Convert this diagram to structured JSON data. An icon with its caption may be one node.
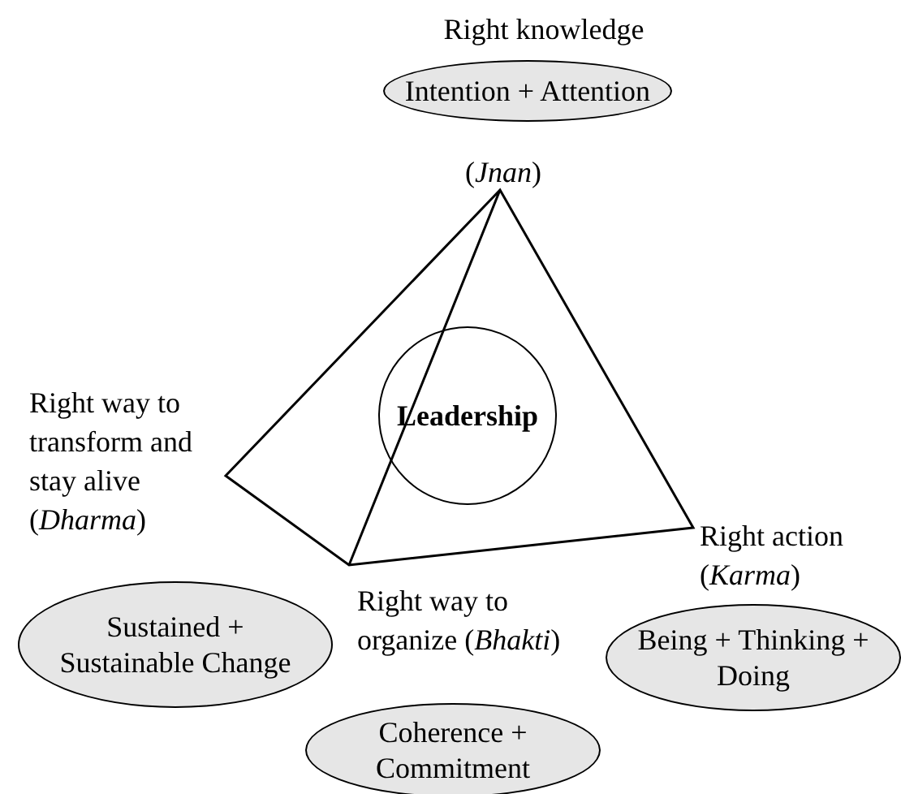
{
  "diagram": {
    "nodes": [
      {
        "text": [
          "Intention + Attention"
        ]
      },
      {
        "text": [
          "Leadership"
        ]
      },
      {
        "text": [
          "Sustained + Sustainable Change"
        ]
      },
      {
        "text": [
          "Being + Thinking + Doing"
        ]
      },
      {
        "text": [
          "Coherence + Commitment"
        ]
      }
    ],
    "labels": [
      "Right knowledge",
      "(*Jnan*)",
      "Right way to transform and stay alive (*Dharma*)",
      "Right action (*Karma*)",
      "Right way to organize (*Bhakti*)"
    ]
  }
}
